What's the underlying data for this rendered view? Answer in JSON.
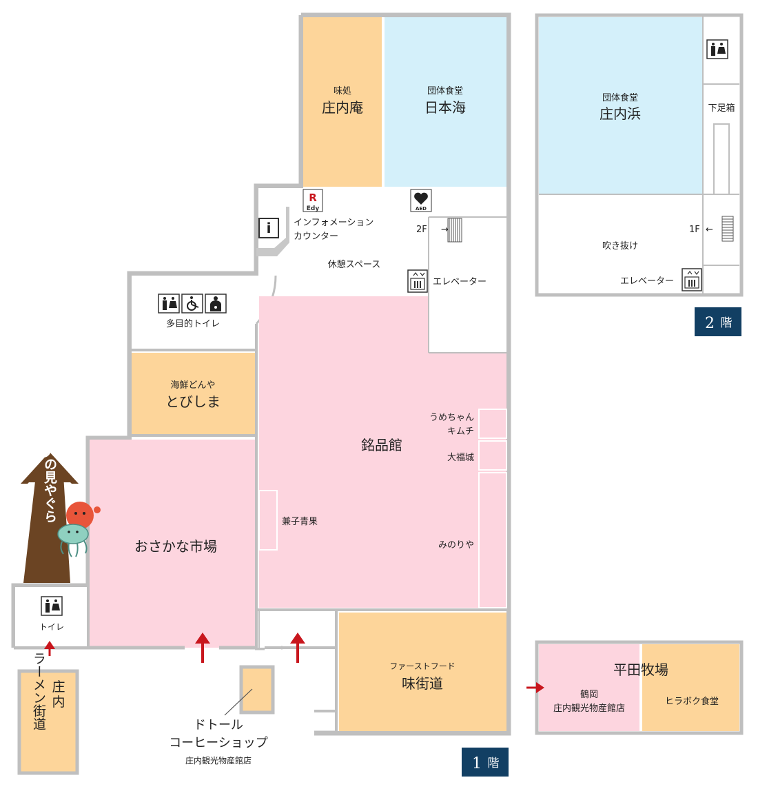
{
  "colors": {
    "wall": "#bfbfbf",
    "orange": "#fdd59a",
    "blue": "#d4f0fa",
    "pink": "#fdd5df",
    "arrow": "#c8161d",
    "badge": "#123f63",
    "tower": "#6b4423"
  },
  "floor1": {
    "badge": {
      "num": "1",
      "kanji": "階"
    },
    "ajidokoro": {
      "sub": "味処",
      "name": "庄内庵"
    },
    "dantai1": {
      "sub": "団体食堂",
      "name": "日本海"
    },
    "edy": {
      "letter": "R",
      "label": "Edy"
    },
    "aed": "AED",
    "info": {
      "icon": "i",
      "line1": "インフォメーション",
      "line2": "カウンター"
    },
    "stairs_label": "2F",
    "kyukei": "休憩スペース",
    "elevator": "エレベーター",
    "multi_toilet": "多目的トイレ",
    "tobishima": {
      "sub": "海鮮どんや",
      "name": "とびしま"
    },
    "meihinkan": "銘品館",
    "umechan": {
      "line1": "うめちゃん",
      "line2": "キムチ"
    },
    "daifuku": "大福城",
    "kenko": "兼子青果",
    "minoriya": "みのりや",
    "osakana": "おさかな市場",
    "toilet": "トイレ",
    "fastfood": {
      "sub": "ファーストフード",
      "name": "味街道"
    },
    "doutor": {
      "line1": "ドトール",
      "line2": "コーヒーショップ",
      "line3": "庄内観光物産館店"
    },
    "ramen": {
      "line1": "庄",
      "line2": "内",
      "line3": "ラーメン街道"
    },
    "tower": "火の見やぐら"
  },
  "floor2": {
    "badge": {
      "num": "2",
      "kanji": "階"
    },
    "dantai2": {
      "sub": "団体食堂",
      "name": "庄内浜"
    },
    "getabako": "下足箱",
    "stairs_label": "1F",
    "fukinuke": "吹き抜け",
    "elevator": "エレベーター"
  },
  "annex": {
    "title": "平田牧場",
    "left1": "鶴岡",
    "left2": "庄内観光物産館店",
    "right": "ヒラボク食堂"
  }
}
